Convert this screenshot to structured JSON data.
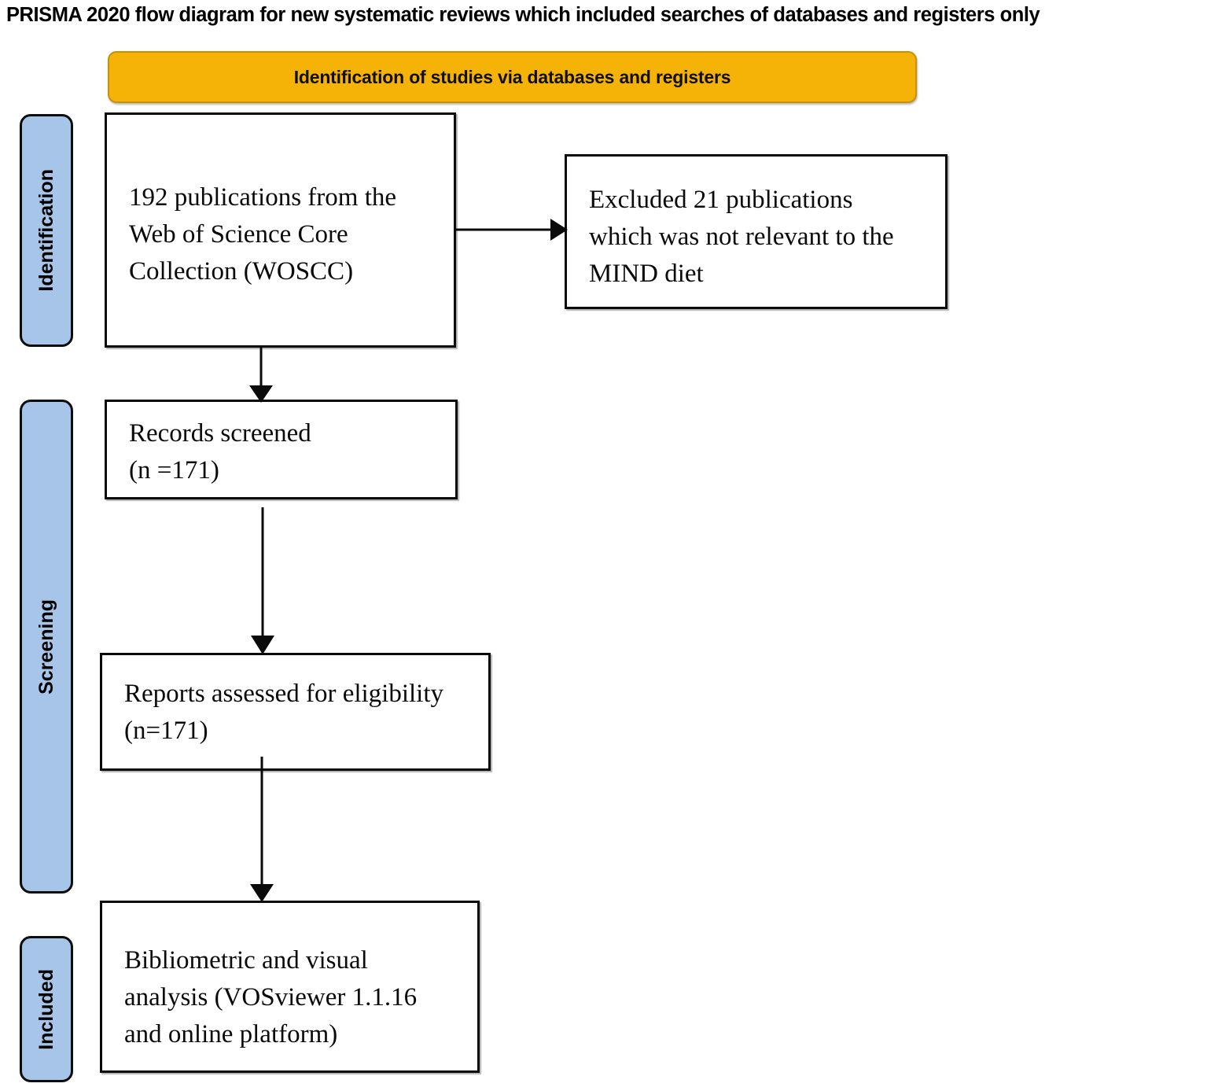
{
  "title": "PRISMA 2020 flow diagram for new systematic reviews which included searches of databases and registers only",
  "banner": {
    "label": "Identification of studies via databases and registers",
    "fill_color": "#f5b207",
    "border_color": "#c98f06"
  },
  "phases": [
    {
      "label": "Identification",
      "fill_color": "#a6c5e8"
    },
    {
      "label": "Screening",
      "fill_color": "#a6c5e8"
    },
    {
      "label": "Included",
      "fill_color": "#a6c5e8"
    }
  ],
  "boxes": {
    "identified": {
      "line1": "192 publications from the",
      "line2": "Web of Science Core",
      "line3": "Collection (WOSCC)"
    },
    "excluded": {
      "line1": "Excluded 21 publications",
      "line2": "which was not relevant to the",
      "line3": "MIND diet"
    },
    "screened": {
      "line1": "Records screened",
      "line2": "(n =171)"
    },
    "eligibility": {
      "line1": "Reports assessed for eligibility",
      "line2": "(n=171)"
    },
    "included": {
      "line1": "Bibliometric and visual",
      "line2": "analysis (VOSviewer 1.1.16",
      "line3": "and online platform)"
    }
  },
  "chart_data": {
    "type": "diagram",
    "diagram_kind": "PRISMA 2020 flow diagram",
    "nodes": [
      {
        "id": "identified",
        "phase": "Identification",
        "text": "192 publications from the Web of Science Core Collection (WOSCC)",
        "count": 192
      },
      {
        "id": "excluded",
        "phase": "Identification",
        "text": "Excluded 21 publications which was not relevant to the MIND diet",
        "count": 21
      },
      {
        "id": "screened",
        "phase": "Screening",
        "text": "Records screened (n =171)",
        "count": 171
      },
      {
        "id": "eligibility",
        "phase": "Screening",
        "text": "Reports assessed for eligibility (n=171)",
        "count": 171
      },
      {
        "id": "included",
        "phase": "Included",
        "text": "Bibliometric and visual analysis (VOSviewer 1.1.16 and online platform)"
      }
    ],
    "edges": [
      {
        "from": "identified",
        "to": "excluded",
        "direction": "right"
      },
      {
        "from": "identified",
        "to": "screened",
        "direction": "down"
      },
      {
        "from": "screened",
        "to": "eligibility",
        "direction": "down"
      },
      {
        "from": "eligibility",
        "to": "included",
        "direction": "down"
      }
    ]
  }
}
